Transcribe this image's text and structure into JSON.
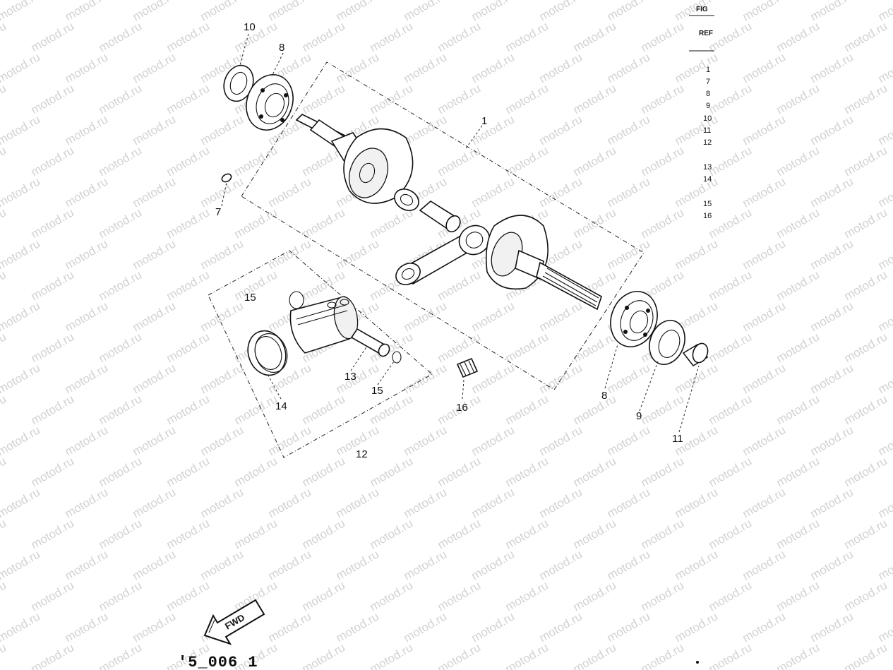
{
  "watermark": "motod.ru",
  "reference_column": {
    "header_top": "FIG",
    "header_bottom": "REF",
    "numbers": [
      "1",
      "7",
      "8",
      "9",
      "10",
      "11",
      "12",
      "13",
      "14",
      "15",
      "16"
    ]
  },
  "callouts": {
    "c1": "1",
    "c7": "7",
    "c8_top": "8",
    "c8_bottom": "8",
    "c9": "9",
    "c10": "10",
    "c11": "11",
    "c12": "12",
    "c13": "13",
    "c14": "14",
    "c15_top": "15",
    "c15_bottom": "15",
    "c16": "16"
  },
  "fwd_arrow": {
    "label": "FWD",
    "icon": "fwd-arrow-icon"
  },
  "figure_code": "'5_006 1"
}
